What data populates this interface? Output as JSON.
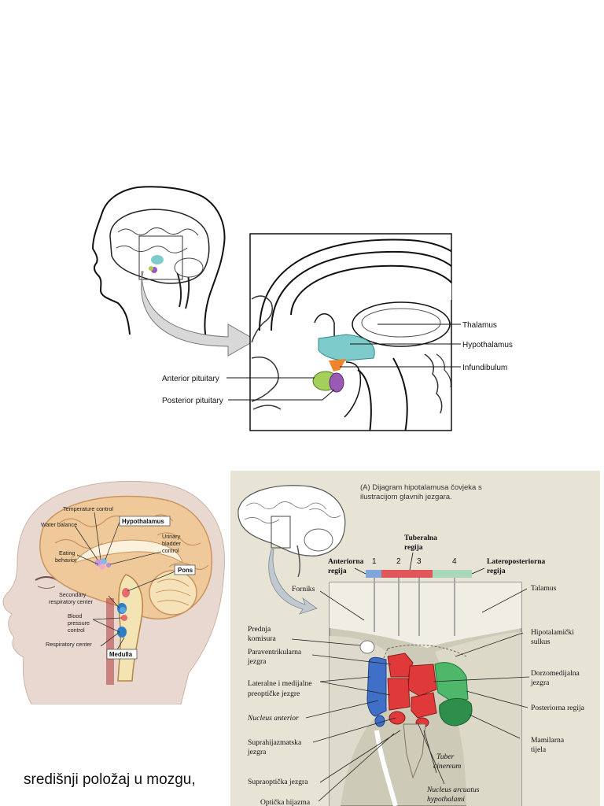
{
  "figure_top": {
    "labels": {
      "thalamus": "Thalamus",
      "hypothalamus": "Hypothalamus",
      "infundibulum": "Infundibulum",
      "anterior_pituitary": "Anterior pituitary",
      "posterior_pituitary": "Posterior pituitary"
    }
  },
  "figure_left": {
    "labels": {
      "temperature_control": "Temperature control",
      "water_balance": "Water balance",
      "hypothalamus": "Hypothalamus",
      "urinary_1": "Urinary",
      "urinary_2": "bladder",
      "urinary_3": "control",
      "eating_1": "Eating",
      "eating_2": "behavior",
      "pons": "Pons",
      "secondary_1": "Secondary",
      "secondary_2": "respiratory center",
      "blood_1": "Blood",
      "blood_2": "pressure",
      "blood_3": "control",
      "respiratory_center": "Respiratory center",
      "medulla": "Medulla"
    }
  },
  "figure_right": {
    "title_line1": "(A) Dijagram hipotalamusa čovjeka s",
    "title_line2": "ilustracijom glavnih jezgara.",
    "tuberalna_1": "Tuberalna",
    "tuberalna_2": "regija",
    "anteriorna_1": "Anteriorna",
    "anteriorna_2": "regija",
    "lateroposteriorna_1": "Lateroposteriorna",
    "lateroposteriorna_2": "regija",
    "numbers": [
      "1",
      "2",
      "3",
      "4"
    ],
    "left_labels": {
      "forniks": "Forniks",
      "prednja_1": "Prednja",
      "prednja_2": "komisura",
      "paraventrikularna_1": "Paraventrikularna",
      "paraventrikularna_2": "jezgra",
      "lateralne_1": "Lateralne i medijalne",
      "lateralne_2": "preoptičke jezgre",
      "nucleus_anterior": "Nucleus anterior",
      "suprahijazmatska_1": "Suprahijazmatska",
      "suprahijazmatska_2": "jezgra",
      "supraopticka": "Supraoptička jezgra",
      "opticka": "Optička hijazma"
    },
    "right_labels": {
      "talamus": "Talamus",
      "hipotalamicki_1": "Hipotalamički",
      "hipotalamicki_2": "sulkus",
      "dorzomedijalna_1": "Dorzomedijalna",
      "dorzomedijalna_2": "jezgra",
      "posteriorna": "Posteriorna regija",
      "mamilarna_1": "Mamilarna",
      "mamilarna_2": "tijela",
      "tuber_1": "Tuber",
      "tuber_2": "cinereum",
      "arcuatus_1": "Nucleus arcuatus",
      "arcuatus_2": "hypothalami"
    }
  },
  "caption": "središnji položaj u mozgu,",
  "colors": {
    "hypothalamus_teal": "#7ecbcb",
    "infundibulum_orange": "#f0842c",
    "anterior_green": "#a4cf5a",
    "posterior_purple": "#9b59b6",
    "nucleus_red": "#e0393a",
    "nucleus_blue": "#3f6fc7",
    "nucleus_green": "#4fb76a",
    "panel_bg": "#e7e4d6"
  }
}
